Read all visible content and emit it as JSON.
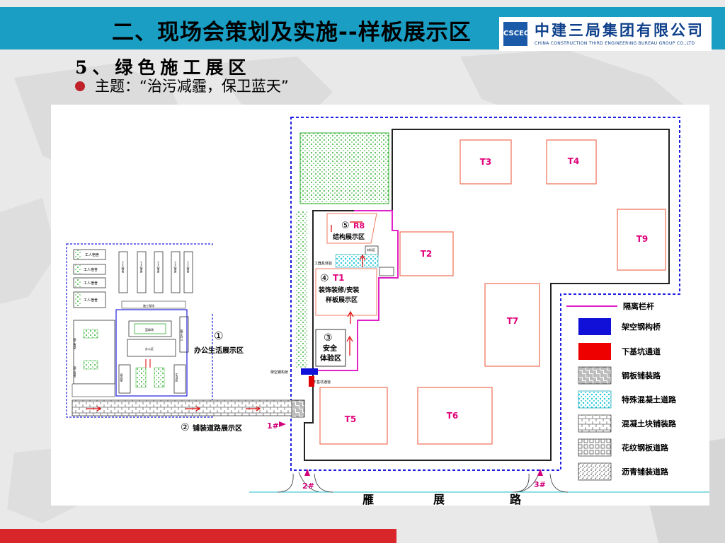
{
  "header": {
    "title": "二、现场会策划及实施--样板展示区",
    "company_name": "中建三局集团有限公司",
    "company_name_en": "CHINA CONSTRUCTION THIRD ENGINEERING BUREAU GROUP CO.,LTD"
  },
  "section": {
    "title": "5、绿色施工展区",
    "theme": "主题：“治污减霾，保卫蓝天”"
  },
  "colors": {
    "header": "#1a9ec4",
    "accent_red": "#d8262b",
    "magenta": "#e020c8",
    "building_stroke": "#f07a60",
    "title_pink": "#e0007a",
    "fence_blue": "#1e1ee0"
  },
  "buildings": {
    "t3": "T3",
    "t4": "T4",
    "t9": "T9",
    "t2": "T2",
    "t7": "T7",
    "t5": "T5",
    "t6": "T6"
  },
  "zones": {
    "z5_num": "⑤",
    "z5_code": "R8",
    "z5_label": "结构展示区",
    "z4_num": "④",
    "z4_code": "T1",
    "z4_label1": "装饰装修/安装",
    "z4_label2": "样板展示区",
    "z3_num": "③",
    "z3_label1": "安全",
    "z3_label2": "体验区",
    "z1_num": "①",
    "z1_label": "办公生活展示区",
    "z2_num": "②",
    "z2_label": "铺装道路展示区",
    "small_tower": "材料区",
    "small_work": "工器具体验",
    "bridge_small": "架空钢构桥",
    "pit_small": "下基坑通道"
  },
  "office": {
    "dorm1": "工人宿舍",
    "dorm2": "工人宿舍",
    "dorm3": "工人宿舍",
    "dorm4": "工人宿舍",
    "v1": "工人宿舍",
    "v2": "工人宿舍",
    "v3": "工人宿舍",
    "v4": "工人宿舍",
    "v5": "工人宿舍",
    "b1": "施工食堂",
    "b2": "施工宿舍",
    "court": "篮球场",
    "office1": "办公区",
    "right": "施工办公",
    "bottom1": "会议室",
    "bottom2": "生活区",
    "top_bar": "施工现场"
  },
  "gates": {
    "g1": "1#",
    "g2": "2#",
    "g3": "3#"
  },
  "road": {
    "c1": "雁",
    "c2": "展",
    "c3": "路"
  },
  "legend": {
    "fence": "隔离栏杆",
    "bridge": "架空钢构桥",
    "pit": "下基坑通道",
    "steel_plate": "钢板铺装路",
    "special_concrete": "特殊混凝土道路",
    "concrete_block": "混凝土块铺装路",
    "pattern_steel": "花纹钢板道路",
    "asphalt": "沥青铺装道路"
  }
}
